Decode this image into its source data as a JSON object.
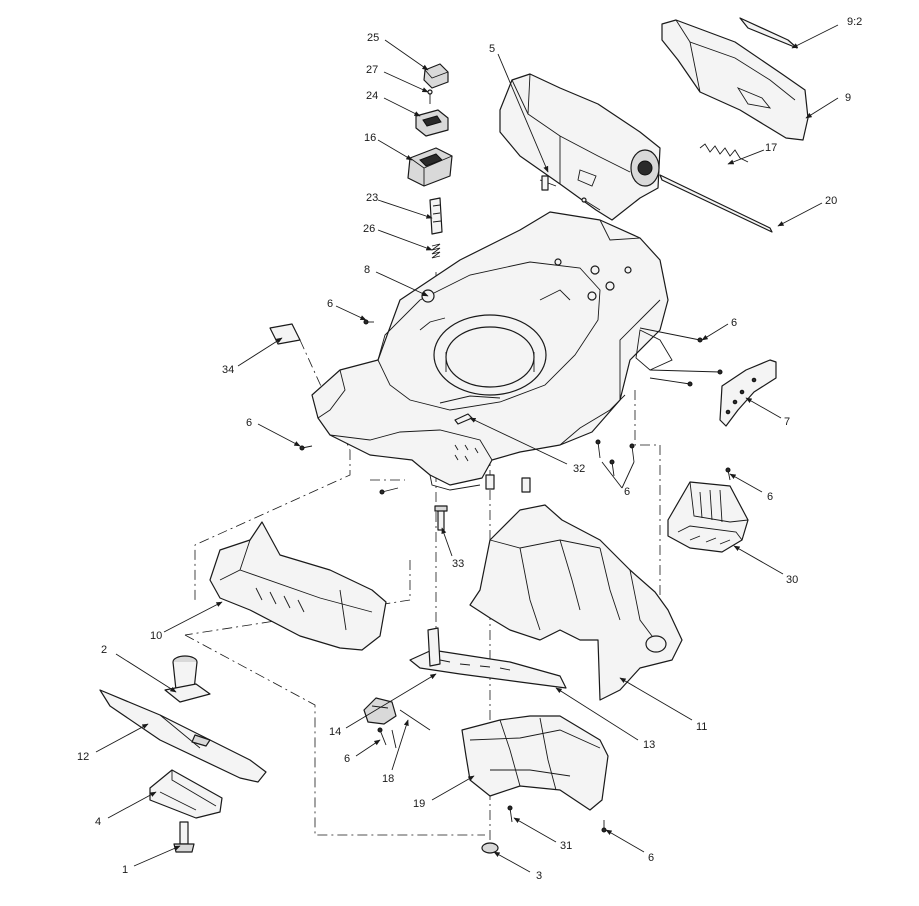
{
  "diagram": {
    "callouts": {
      "c9_2": "9:2",
      "c9": "9",
      "c5": "5",
      "c25": "25",
      "c27": "27",
      "c24": "24",
      "c16": "16",
      "c17": "17",
      "c20": "20",
      "c23": "23",
      "c26": "26",
      "c8": "8",
      "c6_a": "6",
      "c6_b": "6",
      "c6_c": "6",
      "c6_d": "6",
      "c6_e": "6",
      "c6_f": "6",
      "c6_g": "6",
      "c34": "34",
      "c7": "7",
      "c32": "32",
      "c33": "33",
      "c30": "30",
      "c10": "10",
      "c11": "11",
      "c2": "2",
      "c12": "12",
      "c13": "13",
      "c14": "14",
      "c18": "18",
      "c4": "4",
      "c19": "19",
      "c31": "31",
      "c1": "1",
      "c3": "3"
    }
  }
}
